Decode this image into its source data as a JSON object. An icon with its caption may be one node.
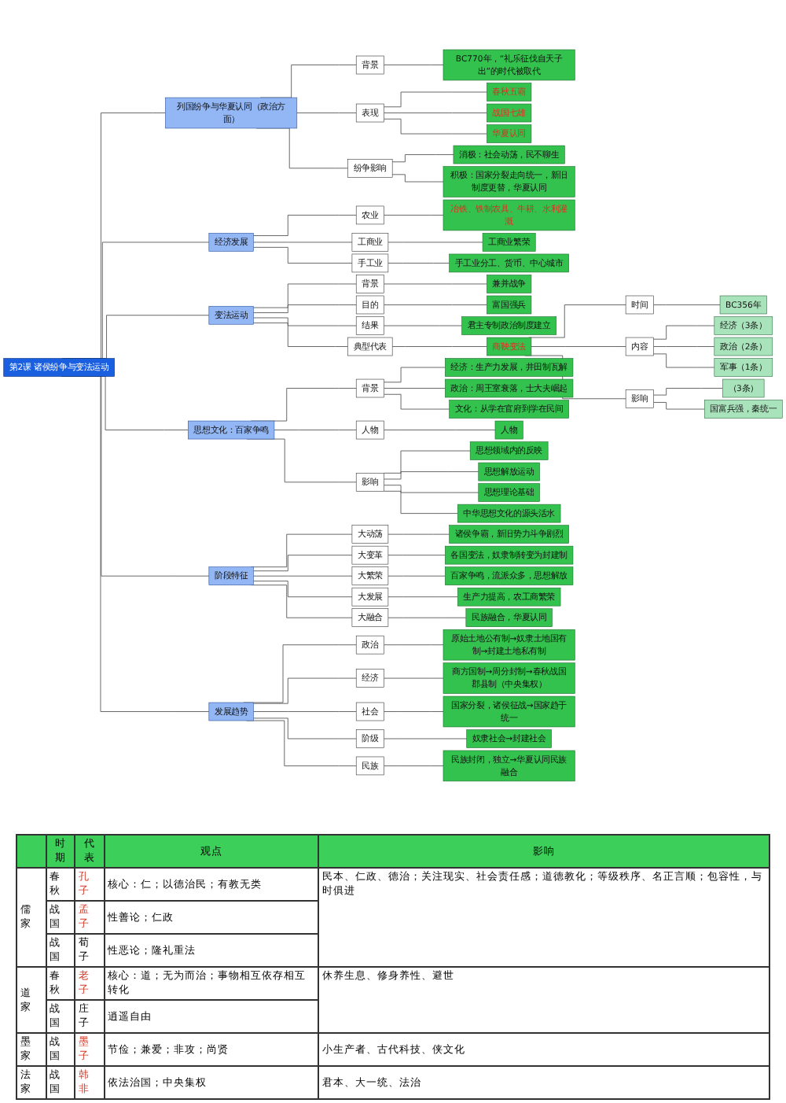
{
  "diagram": {
    "nodes": [
      {
        "text": [
          "第2课 诸侯纷争与变法运动"
        ]
      },
      {
        "text": [
          "列国纷争与华夏认同（政治方面）"
        ]
      },
      {
        "text": [
          "背景"
        ]
      },
      {
        "text": [
          "BC770年，“礼乐征伐自天子出”的时代被取代"
        ]
      },
      {
        "text": [
          "表现"
        ]
      },
      {
        "text": [
          "春秋五霸"
        ]
      },
      {
        "text": [
          "战国七雄"
        ]
      },
      {
        "text": [
          "华夏认同"
        ]
      },
      {
        "text": [
          "纷争影响"
        ]
      },
      {
        "text": [
          "消极：社会动荡，民不聊生"
        ]
      },
      {
        "text": [
          "积极：国家分裂走向统一，新旧制度更替，华夏认同"
        ]
      },
      {
        "text": [
          "经济发展"
        ]
      },
      {
        "text": [
          "农业"
        ]
      },
      {
        "text": [
          "冶铁、铁制农具、牛耕、水利灌溉"
        ]
      },
      {
        "text": [
          "工商业"
        ]
      },
      {
        "text": [
          "工商业繁荣"
        ]
      },
      {
        "text": [
          "手工业"
        ]
      },
      {
        "text": [
          "手工业分工、货币、中心城市"
        ]
      },
      {
        "text": [
          "变法运动"
        ]
      },
      {
        "text": [
          "背景"
        ]
      },
      {
        "text": [
          "兼并战争"
        ]
      },
      {
        "text": [
          "目的"
        ]
      },
      {
        "text": [
          "富国强兵"
        ]
      },
      {
        "text": [
          "结果"
        ]
      },
      {
        "text": [
          "君主专制政治制度建立"
        ]
      },
      {
        "text": [
          "典型代表"
        ]
      },
      {
        "text": [
          "商鞅变法"
        ]
      },
      {
        "text": [
          "时间"
        ]
      },
      {
        "text": [
          "BC356年"
        ]
      },
      {
        "text": [
          "内容"
        ]
      },
      {
        "text": [
          "经济（3条）"
        ]
      },
      {
        "text": [
          "政治（2条）"
        ]
      },
      {
        "text": [
          "军事（1条）"
        ]
      },
      {
        "text": [
          "影响"
        ]
      },
      {
        "text": [
          "（3条）"
        ]
      },
      {
        "text": [
          "国富兵强，秦统一"
        ]
      },
      {
        "text": [
          "思想文化：百家争鸣"
        ]
      },
      {
        "text": [
          "背景"
        ]
      },
      {
        "text": [
          "经济：生产力发展，井田制瓦解"
        ]
      },
      {
        "text": [
          "政治：周王室衰落，士大夫崛起"
        ]
      },
      {
        "text": [
          "文化：从学在官府到学在民间"
        ]
      },
      {
        "text": [
          "人物"
        ]
      },
      {
        "text": [
          "人物"
        ]
      },
      {
        "text": [
          "影响"
        ]
      },
      {
        "text": [
          "思想领域内的反映"
        ]
      },
      {
        "text": [
          "思想解放运动"
        ]
      },
      {
        "text": [
          "思想理论基础"
        ]
      },
      {
        "text": [
          "中华思想文化的源头活水"
        ]
      },
      {
        "text": [
          "阶段特征"
        ]
      },
      {
        "text": [
          "大动荡"
        ]
      },
      {
        "text": [
          "诸侯争霸，新旧势力斗争剧烈"
        ]
      },
      {
        "text": [
          "大变革"
        ]
      },
      {
        "text": [
          "各国变法，奴隶制转变为封建制"
        ]
      },
      {
        "text": [
          "大繁荣"
        ]
      },
      {
        "text": [
          "百家争鸣，流派众多，思想解放"
        ]
      },
      {
        "text": [
          "大发展"
        ]
      },
      {
        "text": [
          "生产力提高，农工商繁荣"
        ]
      },
      {
        "text": [
          "大融合"
        ]
      },
      {
        "text": [
          "民族融合，华夏认同"
        ]
      },
      {
        "text": [
          "发展趋势"
        ]
      },
      {
        "text": [
          "政治"
        ]
      },
      {
        "text": [
          "原始土地公有制→奴隶土地国有制→封建土地私有制"
        ]
      },
      {
        "text": [
          "经济"
        ]
      },
      {
        "text": [
          "商方国制→周分封制→春秋战国郡县制（中央集权）"
        ]
      },
      {
        "text": [
          "社会"
        ]
      },
      {
        "text": [
          "国家分裂，诸侯征战→国家趋于统一"
        ]
      },
      {
        "text": [
          "阶级"
        ]
      },
      {
        "text": [
          "奴隶社会→封建社会"
        ]
      },
      {
        "text": [
          "民族"
        ]
      },
      {
        "text": [
          "民族封闭，独立→华夏认同民族融合"
        ]
      }
    ],
    "edges": [
      {
        "from": 0,
        "to": 1,
        "arrow": "none"
      },
      {
        "from": 1,
        "to": 2,
        "arrow": "none"
      },
      {
        "from": 2,
        "to": 3,
        "arrow": "none"
      },
      {
        "from": 1,
        "to": 4,
        "arrow": "none"
      },
      {
        "from": 4,
        "to": 5,
        "arrow": "none"
      },
      {
        "from": 4,
        "to": 6,
        "arrow": "none"
      },
      {
        "from": 4,
        "to": 7,
        "arrow": "none"
      },
      {
        "from": 1,
        "to": 8,
        "arrow": "none"
      },
      {
        "from": 8,
        "to": 9,
        "arrow": "none"
      },
      {
        "from": 8,
        "to": 10,
        "arrow": "none"
      },
      {
        "from": 0,
        "to": 11,
        "arrow": "none"
      },
      {
        "from": 11,
        "to": 12,
        "arrow": "none"
      },
      {
        "from": 12,
        "to": 13,
        "arrow": "none"
      },
      {
        "from": 11,
        "to": 14,
        "arrow": "none"
      },
      {
        "from": 14,
        "to": 15,
        "arrow": "none"
      },
      {
        "from": 11,
        "to": 16,
        "arrow": "none"
      },
      {
        "from": 16,
        "to": 17,
        "arrow": "none"
      },
      {
        "from": 0,
        "to": 18,
        "arrow": "none"
      },
      {
        "from": 18,
        "to": 19,
        "arrow": "none"
      },
      {
        "from": 19,
        "to": 20,
        "arrow": "none"
      },
      {
        "from": 18,
        "to": 21,
        "arrow": "none"
      },
      {
        "from": 21,
        "to": 22,
        "arrow": "none"
      },
      {
        "from": 18,
        "to": 23,
        "arrow": "none"
      },
      {
        "from": 23,
        "to": 24,
        "arrow": "none"
      },
      {
        "from": 18,
        "to": 25,
        "arrow": "none"
      },
      {
        "from": 25,
        "to": 26,
        "arrow": "none"
      },
      {
        "from": 26,
        "to": 27,
        "arrow": "none"
      },
      {
        "from": 27,
        "to": 28,
        "arrow": "none"
      },
      {
        "from": 26,
        "to": 29,
        "arrow": "none"
      },
      {
        "from": 29,
        "to": 30,
        "arrow": "none"
      },
      {
        "from": 29,
        "to": 31,
        "arrow": "none"
      },
      {
        "from": 29,
        "to": 32,
        "arrow": "none"
      },
      {
        "from": 26,
        "to": 33,
        "arrow": "none"
      },
      {
        "from": 33,
        "to": 34,
        "arrow": "none"
      },
      {
        "from": 33,
        "to": 35,
        "arrow": "none"
      },
      {
        "from": 0,
        "to": 36,
        "arrow": "none"
      },
      {
        "from": 36,
        "to": 37,
        "arrow": "none"
      },
      {
        "from": 37,
        "to": 38,
        "arrow": "none"
      },
      {
        "from": 37,
        "to": 39,
        "arrow": "none"
      },
      {
        "from": 37,
        "to": 40,
        "arrow": "none"
      },
      {
        "from": 36,
        "to": 41,
        "arrow": "none"
      },
      {
        "from": 41,
        "to": 42,
        "arrow": "none"
      },
      {
        "from": 36,
        "to": 43,
        "arrow": "none"
      },
      {
        "from": 43,
        "to": 44,
        "arrow": "none"
      },
      {
        "from": 43,
        "to": 45,
        "arrow": "none"
      },
      {
        "from": 43,
        "to": 46,
        "arrow": "none"
      },
      {
        "from": 43,
        "to": 47,
        "arrow": "none"
      },
      {
        "from": 0,
        "to": 48,
        "arrow": "none"
      },
      {
        "from": 48,
        "to": 49,
        "arrow": "none"
      },
      {
        "from": 49,
        "to": 50,
        "arrow": "none"
      },
      {
        "from": 48,
        "to": 51,
        "arrow": "none"
      },
      {
        "from": 51,
        "to": 52,
        "arrow": "none"
      },
      {
        "from": 48,
        "to": 53,
        "arrow": "none"
      },
      {
        "from": 53,
        "to": 54,
        "arrow": "none"
      },
      {
        "from": 48,
        "to": 55,
        "arrow": "none"
      },
      {
        "from": 55,
        "to": 56,
        "arrow": "none"
      },
      {
        "from": 48,
        "to": 57,
        "arrow": "none"
      },
      {
        "from": 57,
        "to": 58,
        "arrow": "none"
      },
      {
        "from": 0,
        "to": 59,
        "arrow": "none"
      },
      {
        "from": 59,
        "to": 60,
        "arrow": "none"
      },
      {
        "from": 60,
        "to": 61,
        "arrow": "none"
      },
      {
        "from": 59,
        "to": 62,
        "arrow": "none"
      },
      {
        "from": 62,
        "to": 63,
        "arrow": "none"
      },
      {
        "from": 59,
        "to": 64,
        "arrow": "none"
      },
      {
        "from": 64,
        "to": 65,
        "arrow": "none"
      },
      {
        "from": 59,
        "to": 66,
        "arrow": "none"
      },
      {
        "from": 66,
        "to": 67,
        "arrow": "none"
      },
      {
        "from": 59,
        "to": 68,
        "arrow": "none"
      },
      {
        "from": 68,
        "to": 69,
        "arrow": "none"
      }
    ],
    "labels": [
      "时期",
      "代表",
      "观点",
      "影响",
      "儒家",
      "春秋",
      "孔子",
      "核心：仁；以德治民；有教无类",
      "民本、仁政、德治；关注现实、社会责任感；道德教化；等级秩序、名正言顺；包容性，与时俱进",
      "战国",
      "孟子",
      "性善论；仁政",
      "战国",
      "荀子",
      "性恶论；隆礼重法",
      "道家",
      "春秋",
      "老子",
      "核心：道；无为而治；事物相互依存相互转化",
      "休养生息、修身养性、避世",
      "战国",
      "庄子",
      "逍遥自由",
      "墨家",
      "战国",
      "墨子",
      "节俭；兼爱；非攻；尚贤",
      "小生产者、古代科技、侠文化",
      "法家",
      "战国",
      "韩非",
      "依法治国；中央集权",
      "君本、大一统、法治"
    ]
  }
}
